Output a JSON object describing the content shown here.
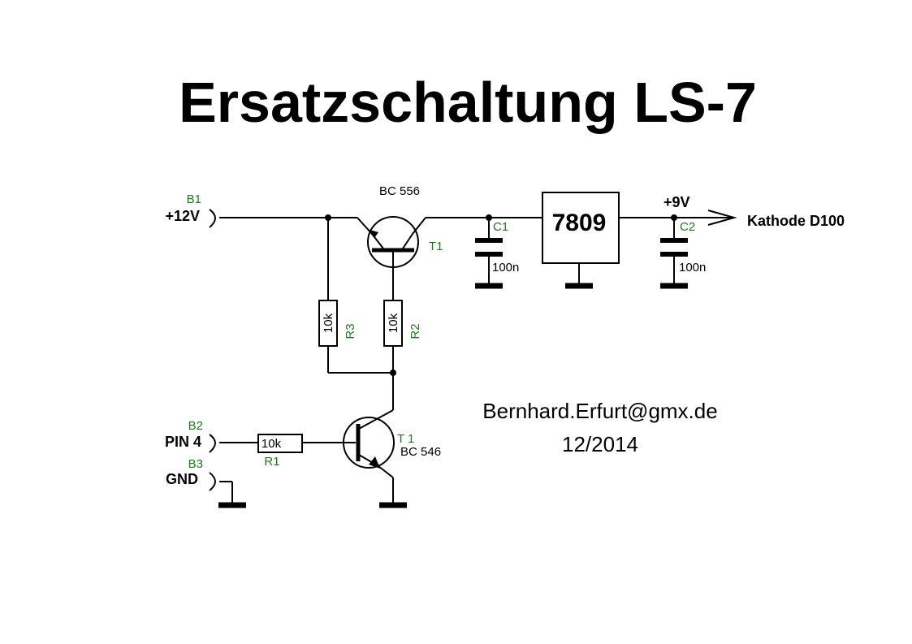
{
  "title": "Ersatzschaltung LS-7",
  "connectors": {
    "b1": {
      "ref": "B1",
      "label": "+12V"
    },
    "b2": {
      "ref": "B2",
      "label": "PIN 4"
    },
    "b3": {
      "ref": "B3",
      "label": "GND"
    }
  },
  "transistors": {
    "t1_top": {
      "ref": "T1",
      "type": "BC 556"
    },
    "t1_bottom": {
      "ref": "T 1",
      "type": "BC 546"
    }
  },
  "resistors": {
    "r1": {
      "ref": "R1",
      "value": "10k"
    },
    "r2": {
      "ref": "R2",
      "value": "10k"
    },
    "r3": {
      "ref": "R3",
      "value": "10k"
    }
  },
  "capacitors": {
    "c1": {
      "ref": "C1",
      "value": "100n"
    },
    "c2": {
      "ref": "C2",
      "value": "100n"
    }
  },
  "regulator": {
    "label": "7809"
  },
  "output": {
    "voltage": "+9V",
    "label": "Kathode D100"
  },
  "credit": {
    "email": "Bernhard.Erfurt@gmx.de",
    "date": "12/2014"
  },
  "colors": {
    "wire": "#000000",
    "reference": "#1a7a1a"
  }
}
